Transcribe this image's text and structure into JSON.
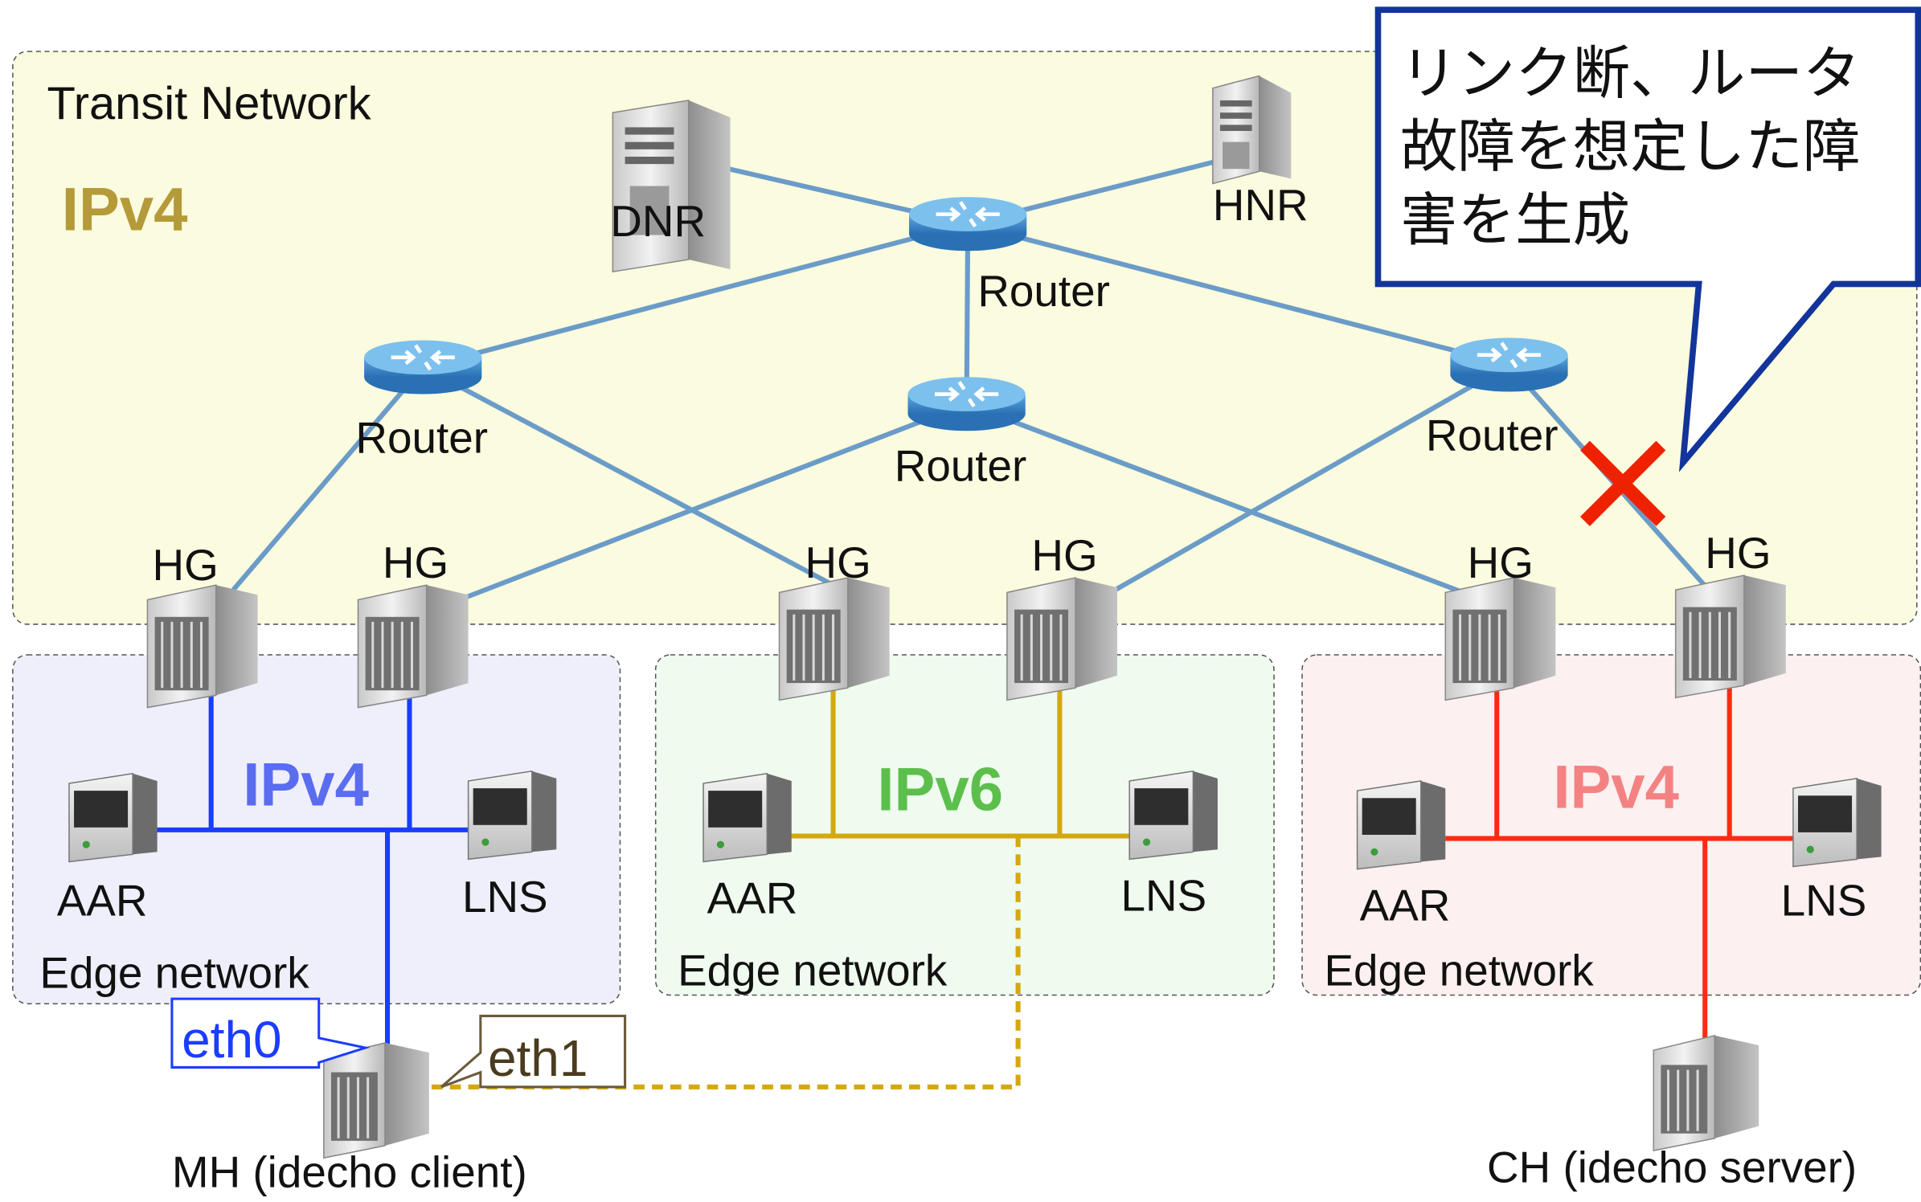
{
  "colors": {
    "transit_fill": "#fbfbdf",
    "edge_blue_fill": "#eeeffb",
    "edge_green_fill": "#effbef",
    "edge_red_fill": "#fdf0f0",
    "link_gray_blue": "#6b9cc8",
    "link_blue": "#1a3dff",
    "link_yellow": "#d4a80e",
    "link_red": "#ff2a12",
    "ipv4_gold": "#b49a38",
    "ipv4_blue": "#5a6cf0",
    "ipv6_green": "#5cbf4c",
    "ipv4_pink": "#f48282",
    "callout_border": "#12359a",
    "cross_red": "#ee2200"
  },
  "transit": {
    "title": "Transit Network",
    "protocol": "IPv4"
  },
  "nodes": {
    "dnr": "DNR",
    "hnr": "HNR",
    "router_top": "Router",
    "router_left": "Router",
    "router_center": "Router",
    "router_right": "Router",
    "hg1": "HG",
    "hg2": "HG",
    "hg3": "HG",
    "hg4": "HG",
    "hg5": "HG",
    "hg6": "HG"
  },
  "edges": [
    {
      "protocol": "IPv4",
      "aar": "AAR",
      "lns": "LNS",
      "label": "Edge network"
    },
    {
      "protocol": "IPv6",
      "aar": "AAR",
      "lns": "LNS",
      "label": "Edge network"
    },
    {
      "protocol": "IPv4",
      "aar": "AAR",
      "lns": "LNS",
      "label": "Edge network"
    }
  ],
  "mh": {
    "label": "MH (idecho client)",
    "eth0": "eth0",
    "eth1": "eth1"
  },
  "ch": {
    "label": "CH (idecho server)"
  },
  "callout": {
    "lines": [
      "リンク断、ルータ",
      "故障を想定した障",
      "害を生成"
    ]
  }
}
